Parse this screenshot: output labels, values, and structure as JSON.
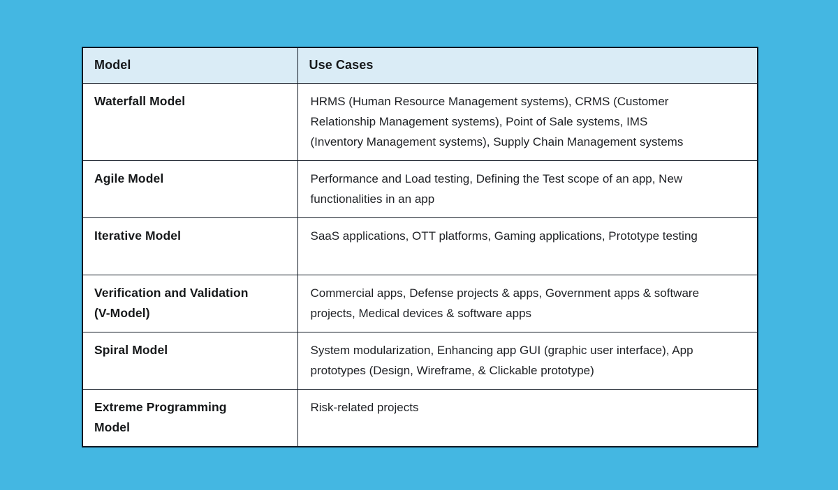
{
  "page": {
    "background_color": "#44B7E2"
  },
  "table": {
    "border_color": "#0F1722",
    "header_background_color": "#DAECF6",
    "body_background_color": "#FFFFFF",
    "headers": [
      "Model",
      "Use Cases"
    ],
    "rows": [
      {
        "model": "Waterfall Model",
        "use_cases": "HRMS (Human Resource Management systems), CRMS (Customer\nRelationship Management systems), Point of Sale systems, IMS\n(Inventory Management systems), Supply Chain Management systems"
      },
      {
        "model": "Agile Model",
        "use_cases": "Performance and Load testing, Defining the Test scope of an app, New\nfunctionalities in an app"
      },
      {
        "model": "Iterative Model",
        "use_cases": "SaaS applications, OTT platforms, Gaming applications, Prototype testing"
      },
      {
        "model": "Verification and Validation\n(V-Model)",
        "use_cases": "Commercial apps, Defense projects & apps, Government apps & software\nprojects, Medical devices & software apps"
      },
      {
        "model": "Spiral Model",
        "use_cases": "System modularization, Enhancing app GUI (graphic user interface), App\nprototypes (Design, Wireframe, & Clickable prototype)"
      },
      {
        "model": "Extreme Programming\nModel",
        "use_cases": "Risk-related projects"
      }
    ]
  }
}
